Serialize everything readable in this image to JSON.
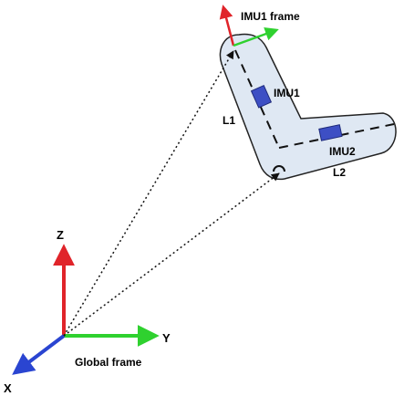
{
  "labels": {
    "imu1_frame": "IMU1 frame",
    "imu1": "IMU1",
    "imu2": "IMU2",
    "l1": "L1",
    "l2": "L2",
    "axis_z": "Z",
    "axis_y": "Y",
    "axis_x": "X",
    "global_frame": "Global frame"
  },
  "colors": {
    "limb_fill": "#dfe8f3",
    "limb_stroke": "#222222",
    "imu": "#3d4fc4",
    "axis_red": "#e0242a",
    "axis_green": "#2fd12f",
    "axis_blue": "#2a45d1",
    "dotted": "#222222"
  }
}
